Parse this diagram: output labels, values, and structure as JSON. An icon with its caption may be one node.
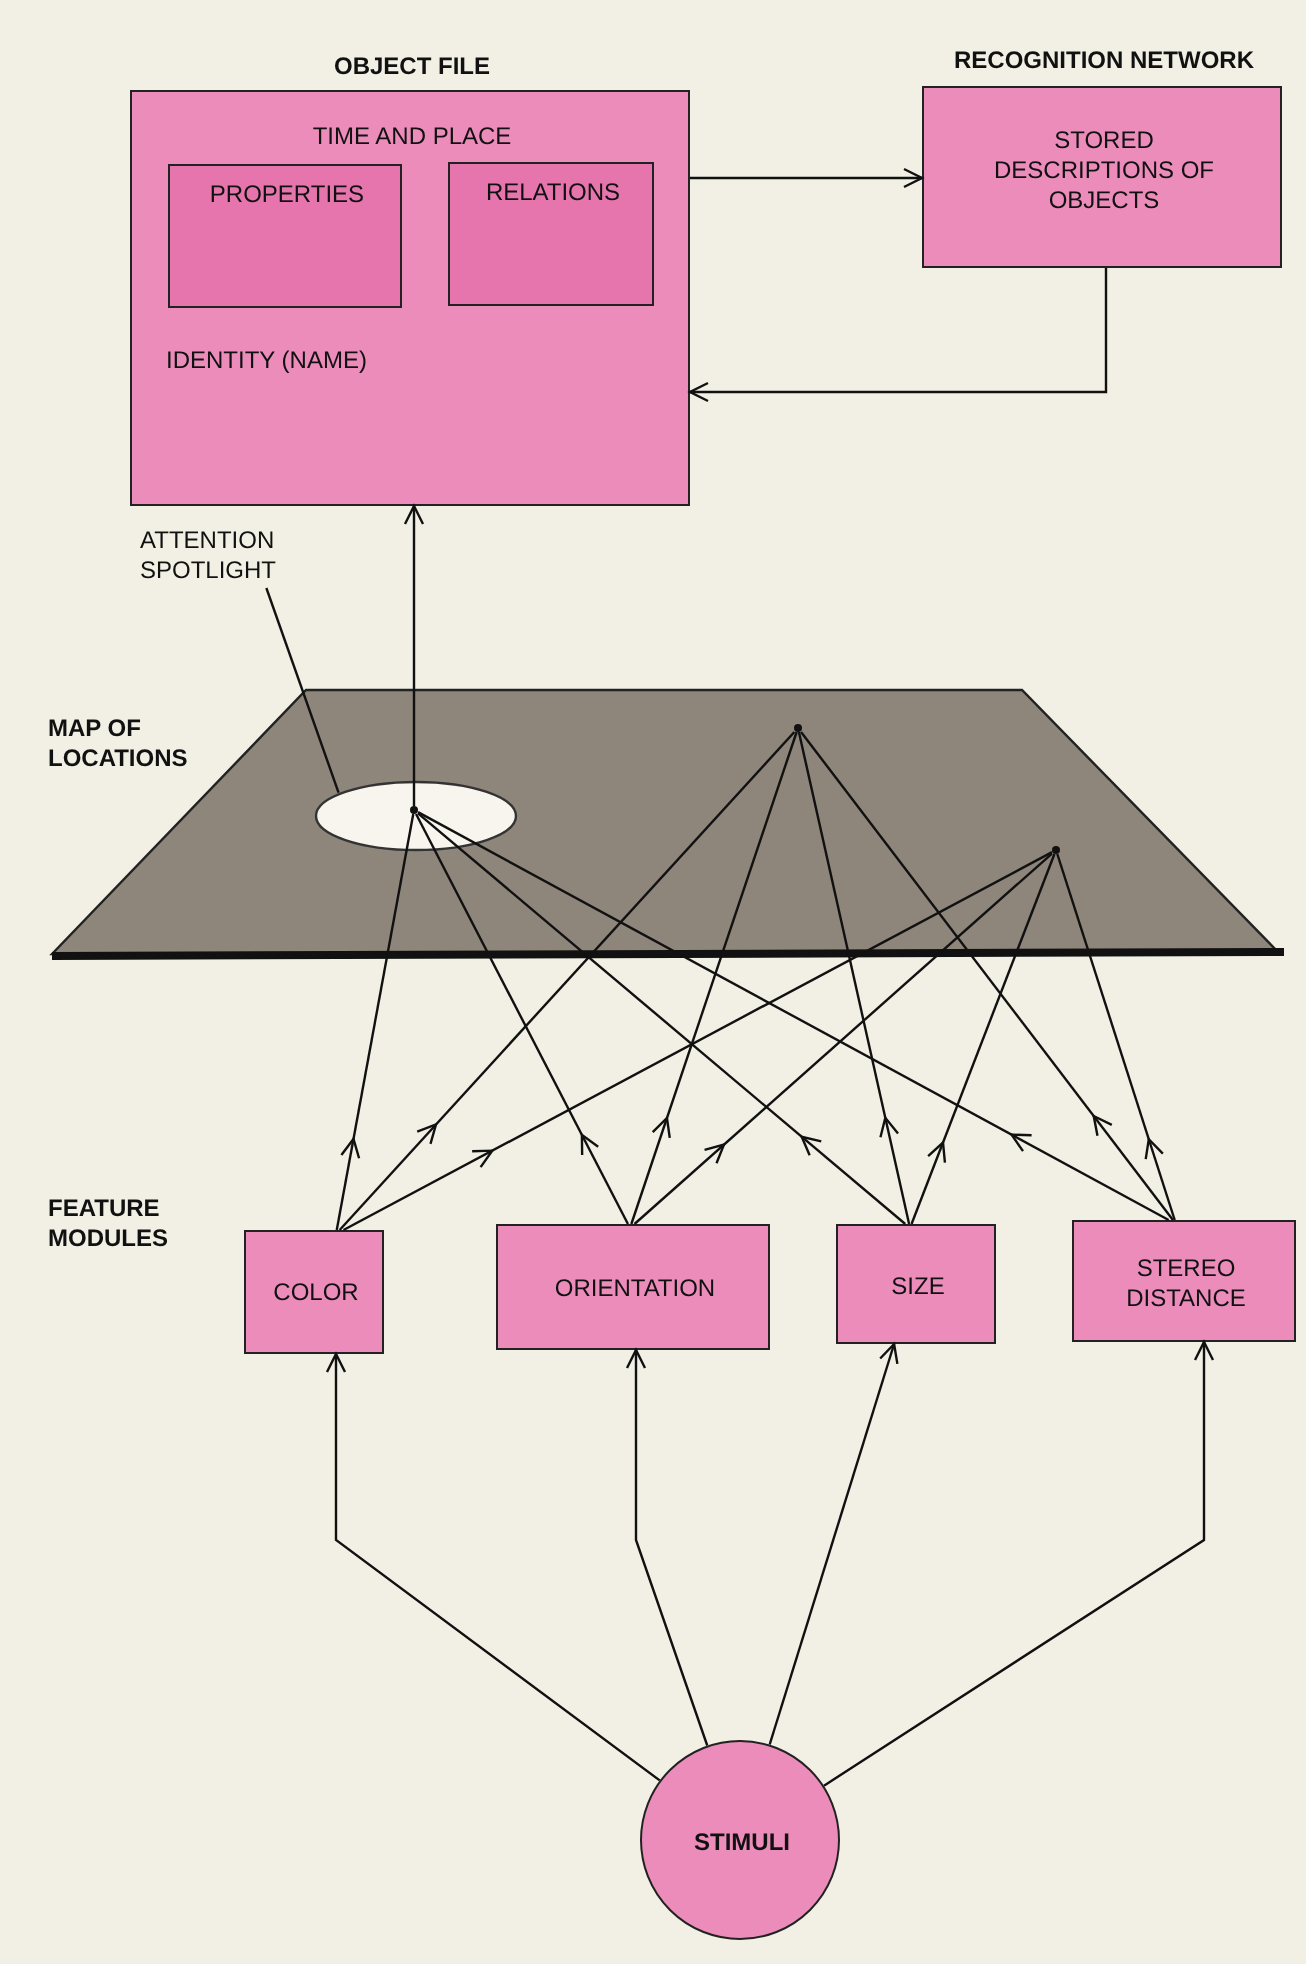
{
  "diagram": {
    "nodes": [
      {
        "text": [
          "OBJECT FILE",
          "TIME AND PLACE",
          "IDENTITY (NAME)"
        ]
      },
      {
        "text": [
          "PROPERTIES"
        ],
        "in": 0
      },
      {
        "text": [
          "RELATIONS"
        ],
        "in": 0
      },
      {
        "text": [
          "RECOGNITION NETWORK",
          "STORED DESCRIPTIONS OF OBJECTS"
        ]
      },
      {
        "text": [
          "MAP OF LOCATIONS"
        ]
      },
      {
        "text": [
          "ATTENTION SPOTLIGHT"
        ]
      },
      {
        "text": [],
        "shape": "ellipse",
        "in": 4
      },
      {
        "text": [],
        "shape": "point",
        "in": 6
      },
      {
        "text": [],
        "shape": "point",
        "in": 4
      },
      {
        "text": [],
        "shape": "point",
        "in": 4
      },
      {
        "text": [
          "COLOR"
        ]
      },
      {
        "text": [
          "ORIENTATION"
        ]
      },
      {
        "text": [
          "SIZE"
        ]
      },
      {
        "text": [
          "STEREO DISTANCE"
        ]
      },
      {
        "text": [
          "STIMULI"
        ]
      }
    ],
    "edges": [
      {
        "from": 0,
        "to": 3,
        "arrow": "to"
      },
      {
        "from": 3,
        "to": 0,
        "arrow": "to"
      },
      {
        "from": 5,
        "to": 6,
        "arrow": "none"
      },
      {
        "from": 7,
        "to": 0,
        "arrow": "to"
      },
      {
        "from": 10,
        "to": 7,
        "arrow": "to"
      },
      {
        "from": 10,
        "to": 8,
        "arrow": "to"
      },
      {
        "from": 10,
        "to": 9,
        "arrow": "to"
      },
      {
        "from": 11,
        "to": 7,
        "arrow": "to"
      },
      {
        "from": 11,
        "to": 8,
        "arrow": "to"
      },
      {
        "from": 11,
        "to": 9,
        "arrow": "to"
      },
      {
        "from": 12,
        "to": 7,
        "arrow": "to"
      },
      {
        "from": 12,
        "to": 8,
        "arrow": "to"
      },
      {
        "from": 12,
        "to": 9,
        "arrow": "to"
      },
      {
        "from": 13,
        "to": 7,
        "arrow": "to"
      },
      {
        "from": 13,
        "to": 8,
        "arrow": "to"
      },
      {
        "from": 13,
        "to": 9,
        "arrow": "to"
      },
      {
        "from": 14,
        "to": 10,
        "arrow": "to"
      },
      {
        "from": 14,
        "to": 11,
        "arrow": "to"
      },
      {
        "from": 14,
        "to": 12,
        "arrow": "to"
      },
      {
        "from": 14,
        "to": 13,
        "arrow": "to"
      }
    ],
    "labels": [
      "FEATURE MODULES"
    ]
  }
}
